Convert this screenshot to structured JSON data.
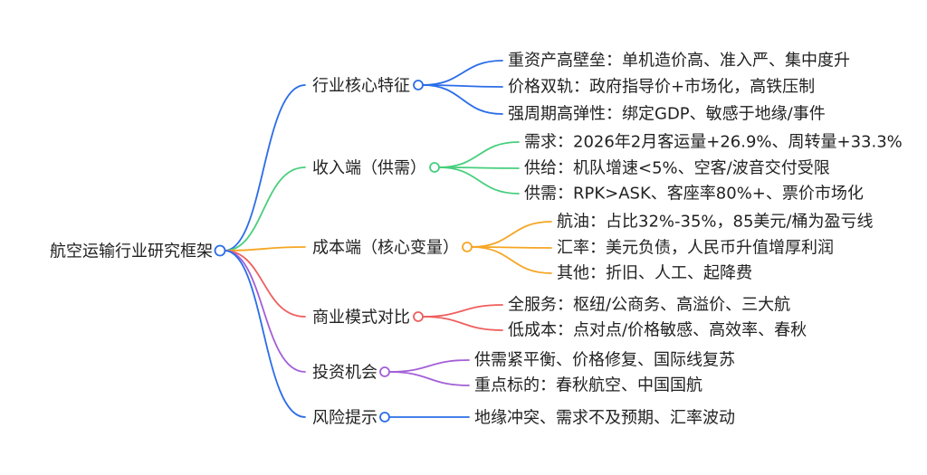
{
  "root": {
    "label": "航空运输行业研究框架",
    "color": "#2b6de8"
  },
  "branches": [
    {
      "label": "行业核心特征",
      "color": "#2b6de8",
      "children": [
        "重资产高壁垒：单机造价高、准入严、集中度升",
        "价格双轨：政府指导价+市场化，高铁压制",
        "强周期高弹性：绑定GDP、敏感于地缘/事件"
      ]
    },
    {
      "label": "收入端（供需）",
      "color": "#47cf7c",
      "children": [
        "需求：2026年2月客运量+26.9%、周转量+33.3%",
        "供给：机队增速<5%、空客/波音交付受限",
        "供需：RPK>ASK、客座率80%+、票价市场化"
      ]
    },
    {
      "label": "成本端（核心变量）",
      "color": "#f5a623",
      "children": [
        "航油：占比32%-35%，85美元/桶为盈亏线",
        "汇率：美元负债，人民币升值增厚利润",
        "其他：折旧、人工、起降费"
      ]
    },
    {
      "label": "商业模式对比",
      "color": "#ef5e5e",
      "children": [
        "全服务：枢纽/公商务、高溢价、三大航",
        "低成本：点对点/价格敏感、高效率、春秋"
      ]
    },
    {
      "label": "投资机会",
      "color": "#a35fd6",
      "children": [
        "供需紧平衡、价格修复、国际线复苏",
        "重点标的：春秋航空、中国国航"
      ]
    },
    {
      "label": "风险提示",
      "color": "#2b6de8",
      "children": [
        "地缘冲突、需求不及预期、汇率波动"
      ]
    }
  ]
}
